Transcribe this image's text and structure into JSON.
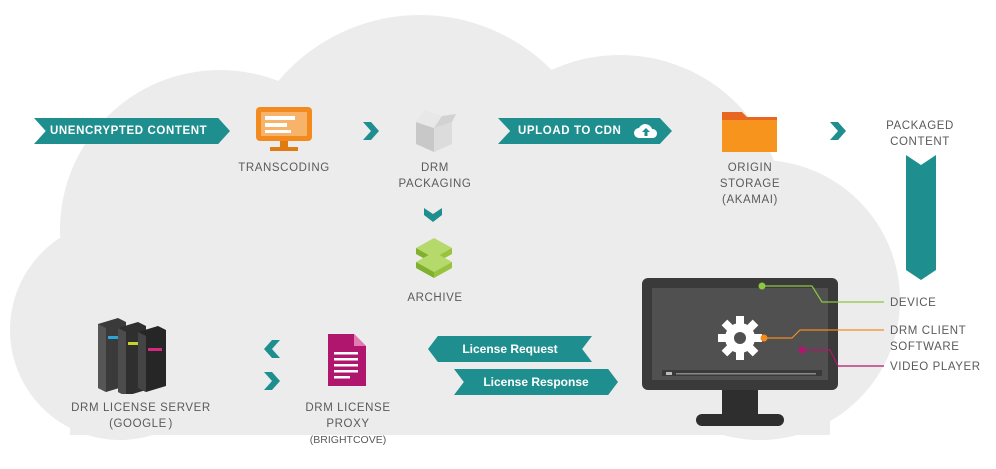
{
  "flow": {
    "unencrypted_content": "UNENCRYPTED CONTENT",
    "transcoding": "TRANSCODING",
    "drm_packaging_1": "DRM",
    "drm_packaging_2": "PACKAGING",
    "upload_to_cdn": "UPLOAD TO CDN",
    "origin_storage_1": "ORIGIN",
    "origin_storage_2": "STORAGE",
    "origin_storage_3": "(AKAMAI)",
    "packaged_content_1": "PACKAGED",
    "packaged_content_2": "CONTENT",
    "archive": "ARCHIVE"
  },
  "license": {
    "server_1": "DRM LICENSE SERVER",
    "server_2": "(GOOGLE )",
    "proxy_1": "DRM LICENSE",
    "proxy_2": "PROXY",
    "proxy_3": "(BRIGHTCOVE)",
    "request": "License Request",
    "response": "License Response"
  },
  "device": {
    "device": "DEVICE",
    "drm_client_1": "DRM CLIENT",
    "drm_client_2": "SOFTWARE",
    "video_player": "VIDEO PLAYER"
  },
  "colors": {
    "teal": "#1f8e8e",
    "orange": "#f28a1e",
    "green": "#8dc63f",
    "magenta": "#b0166e",
    "cloud": "#ececec",
    "monitor": "#3a3a3a"
  },
  "icons": [
    "monitor-icon",
    "box-icon",
    "cloud-upload-icon",
    "folder-icon",
    "layers-icon",
    "server-icon",
    "document-icon",
    "gear-icon"
  ]
}
